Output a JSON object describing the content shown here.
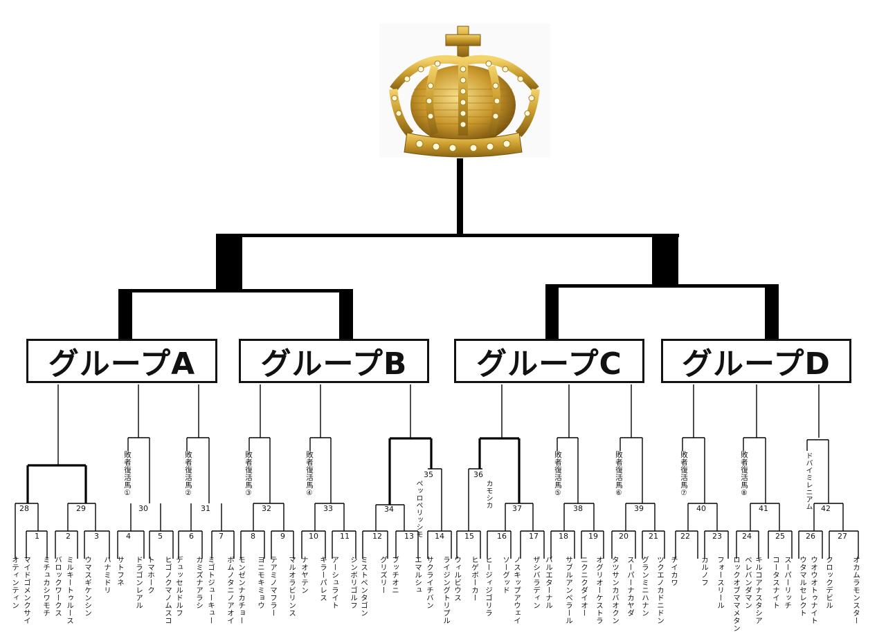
{
  "groups": [
    "グループA",
    "グループB",
    "グループC",
    "グループD"
  ],
  "match_numbers": {
    "m1": "1",
    "m2": "2",
    "m3": "3",
    "m4": "4",
    "m5": "5",
    "m6": "6",
    "m7": "7",
    "m8": "8",
    "m9": "9",
    "m10": "10",
    "m11": "11",
    "m12": "12",
    "m13": "13",
    "m14": "14",
    "m15": "15",
    "m16": "16",
    "m17": "17",
    "m18": "18",
    "m19": "19",
    "m20": "20",
    "m21": "21",
    "m22": "22",
    "m23": "23",
    "m24": "24",
    "m25": "25",
    "m26": "26",
    "m27": "27",
    "m28": "28",
    "m29": "29",
    "m30": "30",
    "m31": "31",
    "m32": "32",
    "m33": "33",
    "m34": "34",
    "m35": "35",
    "m36": "36",
    "m37": "37",
    "m38": "38",
    "m39": "39",
    "m40": "40",
    "m41": "41",
    "m42": "42"
  },
  "repechage": {
    "r1": "敗者復活馬①",
    "r2": "敗者復活馬②",
    "r3": "敗者復活馬③",
    "r4": "敗者復活馬④",
    "r5": "敗者復活馬⑤",
    "r6": "敗者復活馬⑥",
    "r7": "敗者復活馬⑦",
    "r8": "敗者復活馬⑧"
  },
  "mid_labels": {
    "l35": "ペッロペリッシモ",
    "l36": "カモシカ",
    "l42": "ドバイミレニアム"
  },
  "horses": [
    "オティンティン",
    "マイドゴメンクサイ",
    "ミチュカシワモチ",
    "バロックワークス",
    "ミルキートゥルース",
    "ウマスギケンシン",
    "ハナミドリ",
    "サトフネ",
    "ドラゴンレアル",
    "トマホーク",
    "ヒゴノクマノムスコ",
    "デュッセルドルフ",
    "カミズナアラシ",
    "ミゴトジューキュー",
    "ボムノタニノアオイ",
    "モンゼンナカチョー",
    "ヨニモキミョウ",
    "テアミノマフラー",
    "マルオラビリンス",
    "ナオヤテン",
    "キラーパレス",
    "アーシュライト",
    "シンボリゴルフ",
    "ミストペンタゴン",
    "グリズリー",
    "ブッチオニ",
    "エマルシュ",
    "サクライチバン",
    "ライジングトリプル",
    "ウィルビウス",
    "ヒゲボーカー",
    "ヒージィジゴリラ",
    "ソーグッド",
    "ノスキップアウェイ",
    "ザシバラディン",
    "バルエターナル",
    "サブルアンペラール",
    "ニクニクダイオー",
    "オグリオーケストラ",
    "タツサンカバオクン",
    "スーパーナカヤダ",
    "グランミニハナン",
    "ツクエノカドニドン",
    "チイカワ",
    "カルノフ",
    "フォースリール",
    "ロックオブママメタン",
    "ベレバンダマン",
    "キルコアナスタシア",
    "コータスナイト",
    "スーパーリッチ",
    "ウタマルセレクト",
    "ウオウオトゥナイト",
    "クロックデビル",
    "オカムラモンスター"
  ]
}
